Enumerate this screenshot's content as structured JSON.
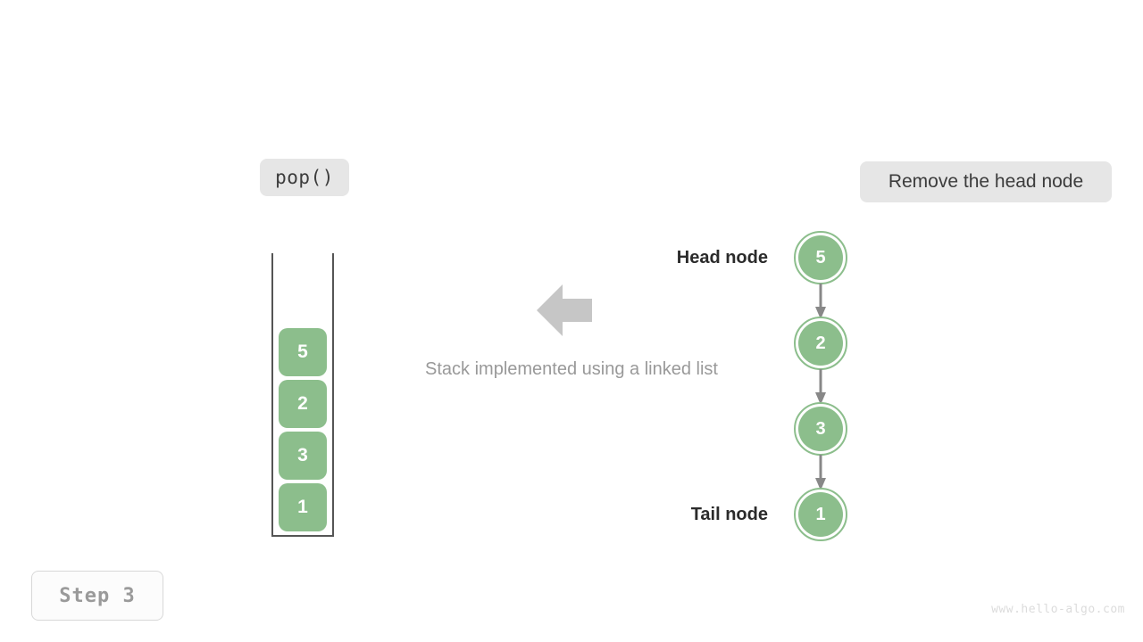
{
  "operation": {
    "label": "pop()"
  },
  "action": {
    "label": "Remove the head node"
  },
  "caption": {
    "text": "Stack implemented using a linked list"
  },
  "step": {
    "label": "Step 3"
  },
  "watermark": {
    "text": "www.hello-algo.com"
  },
  "colors": {
    "node_green": "#8cbe8c",
    "badge_gray": "#e6e6e6",
    "arrow_gray": "#c6c6c6",
    "connector_gray": "#888888",
    "caption_gray": "#999999",
    "container_border": "#555555",
    "step_text": "#9a9a9a",
    "watermark_text": "#dcdcdc"
  },
  "stack": {
    "name": "stack-container",
    "cells": [
      {
        "value": "5"
      },
      {
        "value": "2"
      },
      {
        "value": "3"
      },
      {
        "value": "1"
      }
    ]
  },
  "linked_list": {
    "nodes": [
      {
        "value": "5",
        "label": "Head node"
      },
      {
        "value": "2",
        "label": ""
      },
      {
        "value": "3",
        "label": ""
      },
      {
        "value": "1",
        "label": "Tail node"
      }
    ],
    "head_label": "Head node",
    "tail_label": "Tail node"
  },
  "icons": {
    "transform_arrow": "arrow-left-icon",
    "link_arrow": "arrow-down-icon"
  }
}
